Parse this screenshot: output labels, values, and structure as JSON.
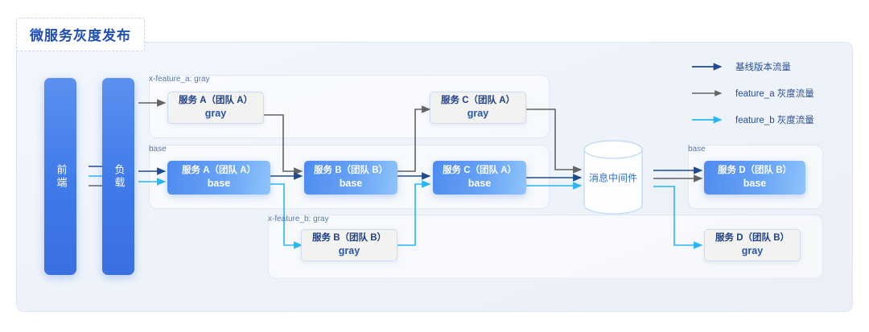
{
  "title": "微服务灰度发布",
  "entry_pillars": [
    {
      "name": "frontend",
      "label": "前端"
    },
    {
      "name": "load-balancer",
      "label": "负载"
    }
  ],
  "lanes": [
    {
      "id": "gray-a",
      "tag": "x-feature_a: gray"
    },
    {
      "id": "base",
      "tag": "base"
    },
    {
      "id": "gray-b",
      "tag": "x-feature_b: gray"
    },
    {
      "id": "base-d",
      "tag": "base"
    }
  ],
  "nodes": {
    "svc_a_gray": {
      "line1": "服务 A（团队 A）",
      "line2": "gray",
      "variant": "gray"
    },
    "svc_c_gray": {
      "line1": "服务 C（团队 A）",
      "line2": "gray",
      "variant": "gray"
    },
    "svc_a_base": {
      "line1": "服务 A（团队 A）",
      "line2": "base",
      "variant": "base"
    },
    "svc_b_base": {
      "line1": "服务 B（团队 B）",
      "line2": "base",
      "variant": "base"
    },
    "svc_c_base": {
      "line1": "服务 C（团队 A）",
      "line2": "base",
      "variant": "base"
    },
    "svc_d_base": {
      "line1": "服务 D（团队 B）",
      "line2": "base",
      "variant": "base"
    },
    "svc_b_gray": {
      "line1": "服务 B（团队 B）",
      "line2": "gray",
      "variant": "gray"
    },
    "svc_d_gray": {
      "line1": "服务 D（团队 B）",
      "line2": "gray",
      "variant": "gray"
    }
  },
  "middleware": {
    "label": "消息中间件"
  },
  "legend": [
    {
      "name": "baseline",
      "label": "基线版本流量",
      "color": "#1f4a8c"
    },
    {
      "name": "feature_a",
      "label": "feature_a 灰度流量",
      "color": "#636363"
    },
    {
      "name": "feature_b",
      "label": "feature_b 灰度流量",
      "color": "#29b6f6"
    }
  ],
  "colors": {
    "baseline_arrow": "#1f4a8c",
    "feature_a_arrow": "#636363",
    "feature_b_arrow": "#29b6f6",
    "node_base_fill": "#4f8bef",
    "node_gray_fill": "#f2f2f1",
    "title_text": "#1f4eb4",
    "canvas_bg": "#eef3fa"
  }
}
